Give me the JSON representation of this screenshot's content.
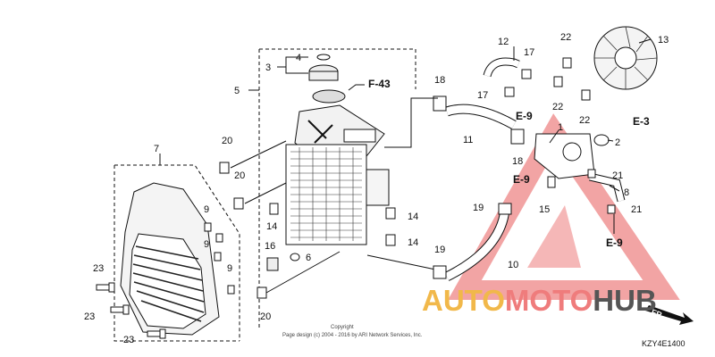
{
  "diagram": {
    "part_code": "KZY4E1400",
    "copyright_line1": "Copyright",
    "copyright_line2": "Page design (c) 2004 - 2016 by ARI Network Services, Inc.",
    "front_indicator": "FR.",
    "refs": {
      "f43": "F-43",
      "e9_a": "E-9",
      "e9_b": "E-9",
      "e3": "E-3",
      "e9_c": "E-9"
    },
    "callouts": {
      "c1": "1",
      "c2": "2",
      "c3": "3",
      "c4": "4",
      "c5": "5",
      "c6": "6",
      "c7": "7",
      "c8": "8",
      "c9a": "9",
      "c9b": "9",
      "c9c": "9",
      "c10": "10",
      "c11": "11",
      "c12": "12",
      "c13": "13",
      "c14a": "14",
      "c14b": "14",
      "c14c": "14",
      "c15": "15",
      "c16": "16",
      "c17a": "17",
      "c17b": "17",
      "c18a": "18",
      "c18b": "18",
      "c19a": "19",
      "c19b": "19",
      "c20a": "20",
      "c20b": "20",
      "c20c": "20",
      "c21a": "21",
      "c21b": "21",
      "c22a": "22",
      "c22b": "22",
      "c22c": "22",
      "c23a": "23",
      "c23b": "23",
      "c23c": "23"
    }
  },
  "watermark": {
    "part1": "AUTO",
    "part2": "MOTO",
    "part3": "HUB",
    "color1": "#f1b84a",
    "color2": "#ef7c7c",
    "color3": "#555555"
  }
}
